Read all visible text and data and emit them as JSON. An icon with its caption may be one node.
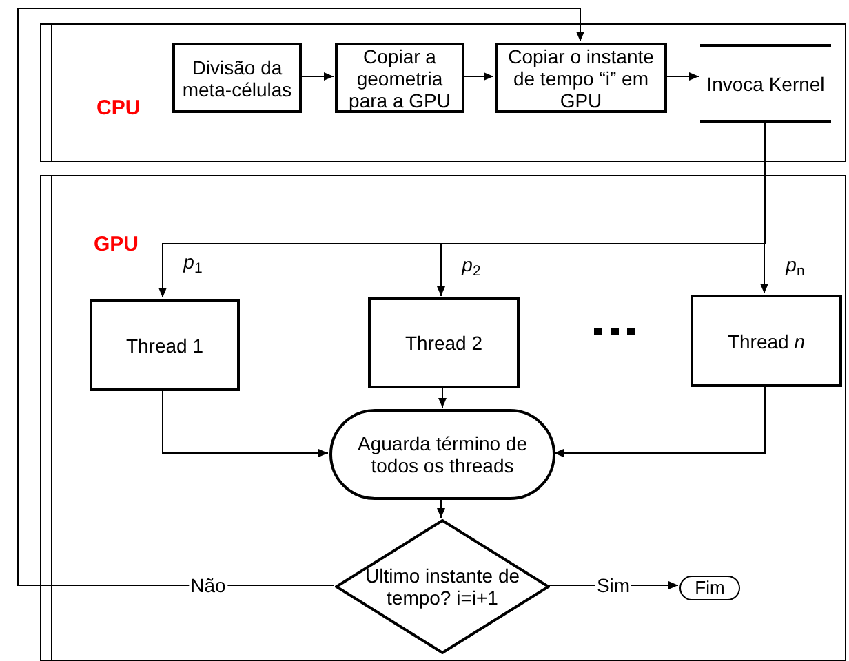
{
  "diagram": {
    "nodes": [
      {
        "text": [
          "CPU"
        ]
      },
      {
        "text": [
          "Divisão da meta-células"
        ],
        "in": 0
      },
      {
        "text": [
          "Copiar a geometria para a GPU"
        ],
        "in": 0
      },
      {
        "text": [
          "Copiar o instante de tempo “i” em GPU"
        ],
        "in": 0
      },
      {
        "text": [
          "Invoca Kernel"
        ],
        "in": 0
      },
      {
        "text": [
          "GPU"
        ]
      },
      {
        "text": [
          "Thread 1"
        ],
        "in": 5
      },
      {
        "text": [
          "Thread 2"
        ],
        "in": 5
      },
      {
        "text": [
          "Thread *n*"
        ],
        "in": 5
      },
      {
        "text": [
          "Aguarda término de todos os threads"
        ],
        "in": 5
      },
      {
        "text": [
          "Ultimo instante de tempo? i=i+1"
        ],
        "in": 5
      },
      {
        "text": [
          "Fim"
        ],
        "in": 5
      }
    ],
    "edges": [
      {
        "from": 1,
        "to": 2,
        "arrow": "to"
      },
      {
        "from": 2,
        "to": 3,
        "arrow": "to"
      },
      {
        "from": 3,
        "to": 4,
        "arrow": "to"
      },
      {
        "from": 4,
        "to": 6,
        "arrow": "to",
        "label": "*p*$_{1}$"
      },
      {
        "from": 4,
        "to": 7,
        "arrow": "to",
        "label": "*p*$_{2}$"
      },
      {
        "from": 4,
        "to": 8,
        "arrow": "to",
        "label": "*p*$_{n}$"
      },
      {
        "from": 6,
        "to": 9,
        "arrow": "to"
      },
      {
        "from": 7,
        "to": 9,
        "arrow": "to"
      },
      {
        "from": 8,
        "to": 9,
        "arrow": "to"
      },
      {
        "from": 9,
        "to": 10,
        "arrow": "to"
      },
      {
        "from": 10,
        "to": 11,
        "arrow": "to",
        "label": "Sim"
      },
      {
        "from": 10,
        "to": 3,
        "arrow": "to",
        "label": "Não"
      }
    ]
  }
}
